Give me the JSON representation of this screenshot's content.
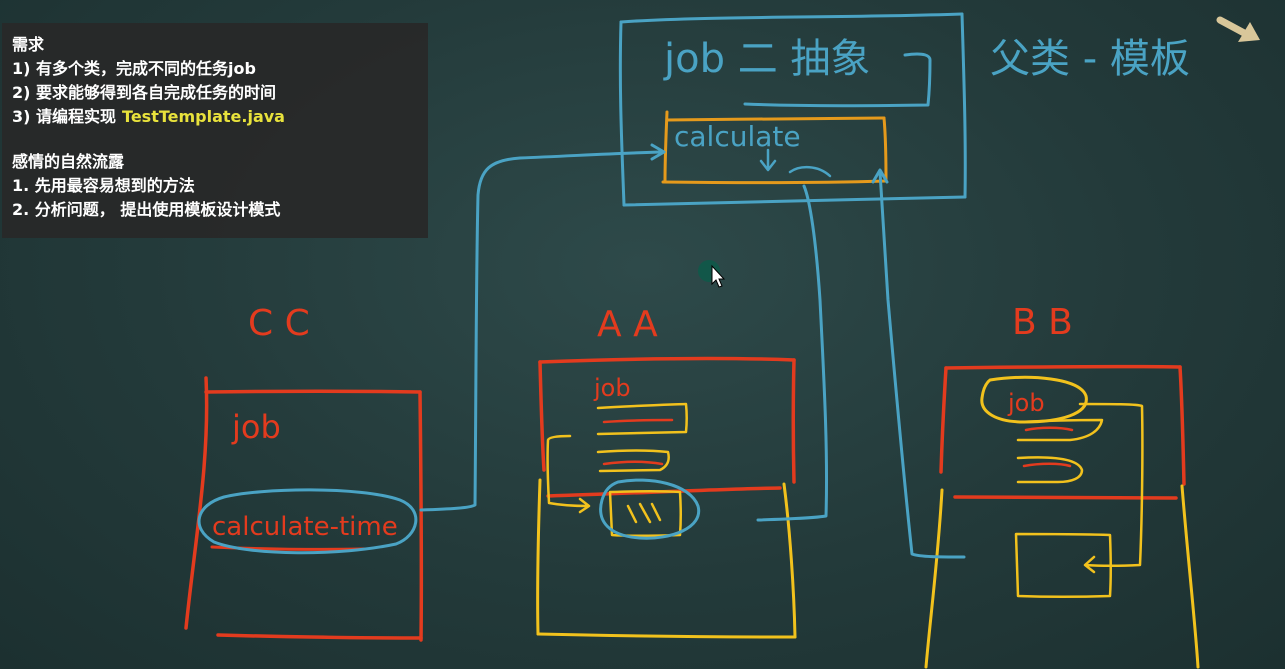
{
  "requirements": {
    "title": "需求",
    "items": [
      {
        "prefix": "1) ",
        "text": "有多个类，完成不同的任务job",
        "accent": ""
      },
      {
        "prefix": "2) ",
        "text": "要求能够得到各自完成任务的时间",
        "accent": ""
      },
      {
        "prefix": "3) ",
        "text": "请编程实现",
        "accent": "TestTemplate.java"
      }
    ],
    "subtitle": "感情的自然流露",
    "steps": [
      "1. 先用最容易想到的方法",
      "2. 分析问题， 提出使用模板设计模式"
    ]
  },
  "diagram": {
    "abstract_box": {
      "label": "job 二 抽象",
      "method": "calculate"
    },
    "parent_note": "父类 - 模板",
    "class_c": {
      "name": "C C",
      "job": "job",
      "method": "calculate-time"
    },
    "class_a": {
      "name": "A A",
      "job": "job"
    },
    "class_b": {
      "name": "B B",
      "job": "job"
    }
  },
  "colors": {
    "chalk_blue": "#4aa3c4",
    "chalk_red": "#e33b1e",
    "chalk_orange": "#e59a1c",
    "chalk_yellow": "#f2c21d",
    "panel_accent": "#e8e23c",
    "board_bg": "#263e3e"
  },
  "icons": {
    "pointer": "cursor-icon",
    "corner_arrow": "arrow-icon"
  }
}
